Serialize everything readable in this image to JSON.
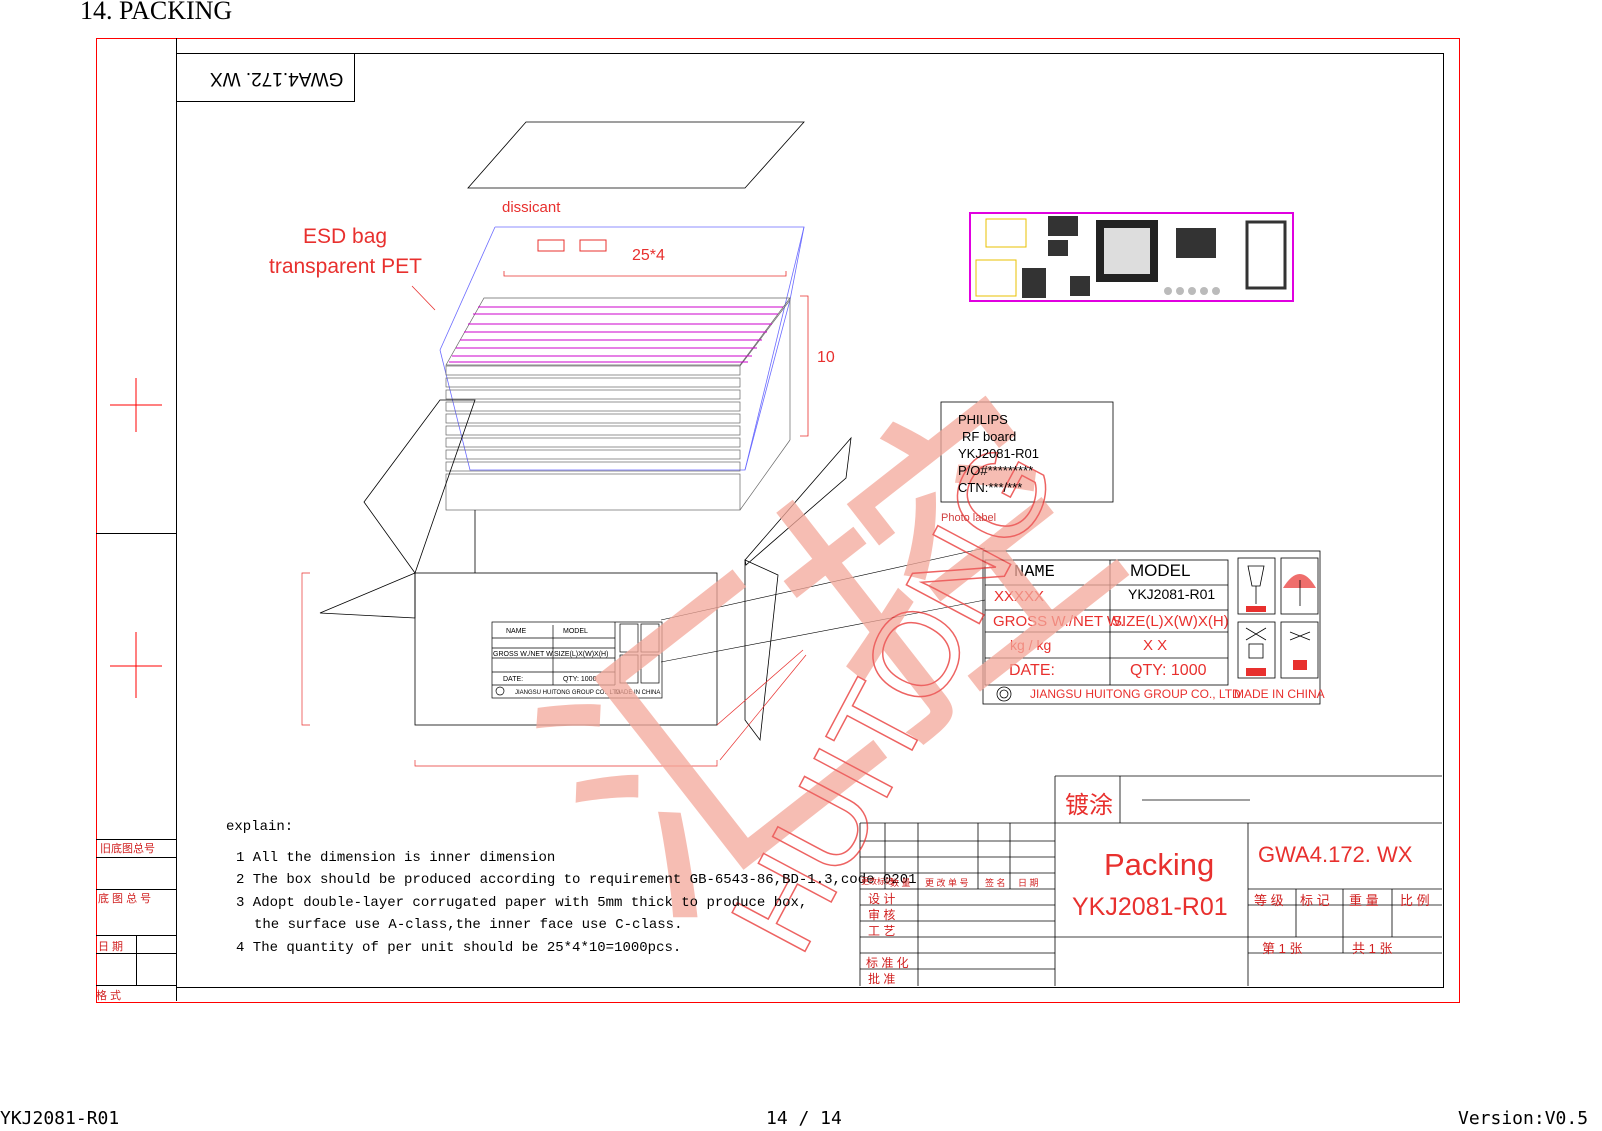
{
  "section_title": "14. PACKING",
  "top_left_code": "GWA4.172. WX",
  "drawing_labels": {
    "dissicant": "dissicant",
    "esd_bag_line1": "ESD bag",
    "esd_bag_line2": "transparent PET",
    "layout_count": "25*4",
    "layers": "10",
    "photo_label": "Photo label"
  },
  "photo_label_box": {
    "line1": "PHILIPS",
    "line2": "RF board",
    "line3": "YKJ2081-R01",
    "line4": "P/O#*********",
    "line5": "CTN:***/***"
  },
  "carton_label": {
    "name_header": "NAME",
    "model_header": "MODEL",
    "name_value": "XXXXX",
    "model_value": "YKJ2081-R01",
    "weight_header": "GROSS W./NET W.",
    "size_header": "SIZE(L)X(W)X(H)",
    "weight_value": "kg / kg",
    "size_value": "X X",
    "date_label": "DATE:",
    "qty_label": "QTY: 1000",
    "company": "JIANGSU HUITONG GROUP CO., LTD",
    "made_in": "MADE IN CHINA"
  },
  "small_label": {
    "name_header": "NAME",
    "model_header": "MODEL",
    "weight_header": "GROSS W./NET W.",
    "size_header": "SIZE(L)X(W)X(H)",
    "date_label": "DATE:",
    "qty_label": "QTY: 1000",
    "company": "JIANGSU HUITONG GROUP CO., LTD",
    "made_in": "MADE IN CHINA"
  },
  "explain": {
    "title": "explain:",
    "line1": "1 All the dimension is inner dimension",
    "line2": "2 The box should be produced according to requirement GB-6543-86,BD-1.3,code 0201",
    "line3": "3 Adopt double-layer corrugated paper with 5mm thick to produce box,",
    "line4": "the surface use A-class,the inner face use C-class.",
    "line5": "4 The quantity of per unit should be 25*4*10=1000pcs."
  },
  "left_strip": {
    "old_drawing_no": "旧底图总号",
    "drawing_total_no": "底 图 总 号",
    "date": "日 期",
    "format": "格 式"
  },
  "title_block": {
    "plating": "镀涂",
    "title": "Packing",
    "part_no": "YKJ2081-R01",
    "drawing_code": "GWA4.172. WX",
    "grade": "等 级",
    "mark": "标 记",
    "weight": "重 量",
    "scale": "比 例",
    "sheet": "第 1 张",
    "total": "共 1 张",
    "rev_mark": "更改标记",
    "qty": "数 量",
    "change_doc": "更 改 单 号",
    "sign": "签 名",
    "date": "日 期",
    "design": "设 计",
    "check": "审 核",
    "process": "工 艺",
    "standard": "标 准 化",
    "approve": "批 准"
  },
  "watermark": {
    "cn": "汇控",
    "en": "HUITONG"
  },
  "footer": {
    "left": "YKJ2081-R01",
    "center": "14 / 14",
    "right": "Version:V0.5"
  },
  "colors": {
    "frame_red": "#ff0000",
    "annotation_red": "#e8302e",
    "pcb_magenta": "#e000e0",
    "bag_blue": "#6b6bff",
    "watermark": "#f4a89a"
  }
}
